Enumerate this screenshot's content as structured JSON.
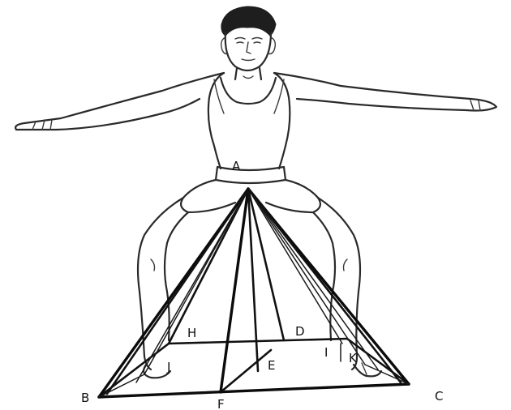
{
  "diagram": {
    "points": [
      {
        "id": "A",
        "label": "A"
      },
      {
        "id": "B",
        "label": "B"
      },
      {
        "id": "C",
        "label": "C"
      },
      {
        "id": "D",
        "label": "D"
      },
      {
        "id": "E",
        "label": "E"
      },
      {
        "id": "F",
        "label": "F"
      },
      {
        "id": "H",
        "label": "H"
      },
      {
        "id": "I",
        "label": "I"
      },
      {
        "id": "J",
        "label": "J"
      },
      {
        "id": "K",
        "label": "K"
      }
    ],
    "colors": {
      "line": "#0b0b0b",
      "sketch": "#2a2a2a",
      "background": "#ffffff"
    }
  }
}
